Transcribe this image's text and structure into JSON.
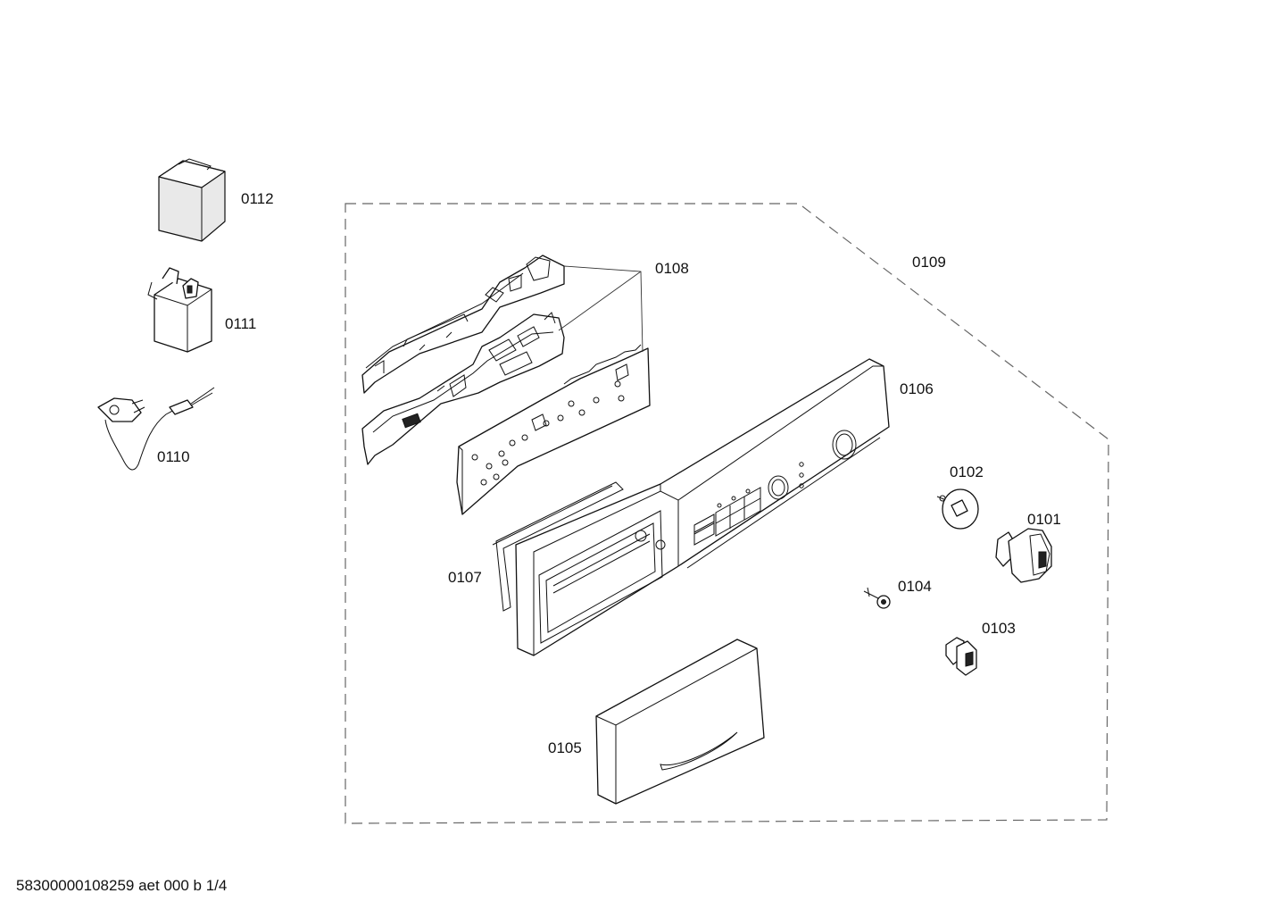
{
  "labels": {
    "p0101": "0101",
    "p0102": "0102",
    "p0103": "0103",
    "p0104": "0104",
    "p0105": "0105",
    "p0106": "0106",
    "p0107": "0107",
    "p0108": "0108",
    "p0109": "0109",
    "p0110": "0110",
    "p0111": "0111",
    "p0112": "0112"
  },
  "footer": "58300000108259 aet 000 b 1/4"
}
